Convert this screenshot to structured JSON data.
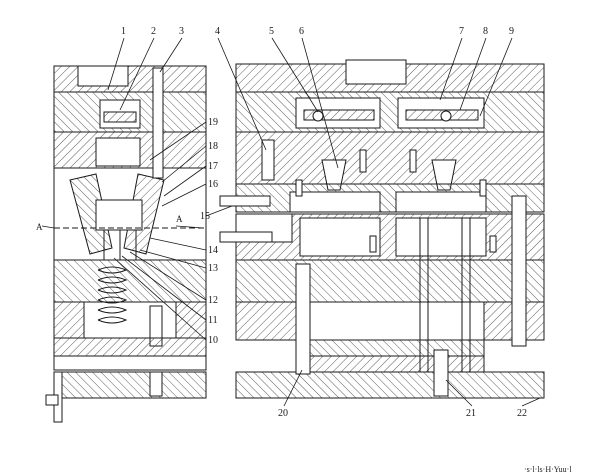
{
  "callouts_top": [
    "1",
    "2",
    "3",
    "4",
    "5",
    "6",
    "7",
    "8",
    "9"
  ],
  "callouts_right": [
    "19",
    "18",
    "17",
    "16",
    "15",
    "14",
    "13"
  ],
  "callouts_bottom_left": [
    "12",
    "11",
    "10"
  ],
  "callouts_bottom": [
    "20",
    "21",
    "22"
  ],
  "section_label_left": "A",
  "section_label_right": "A",
  "watermark": "·s·l·ls·H·Yuu·l",
  "colors": {
    "line": "#1a1a1a",
    "hatch": "#333333",
    "paper": "#ffffff"
  }
}
